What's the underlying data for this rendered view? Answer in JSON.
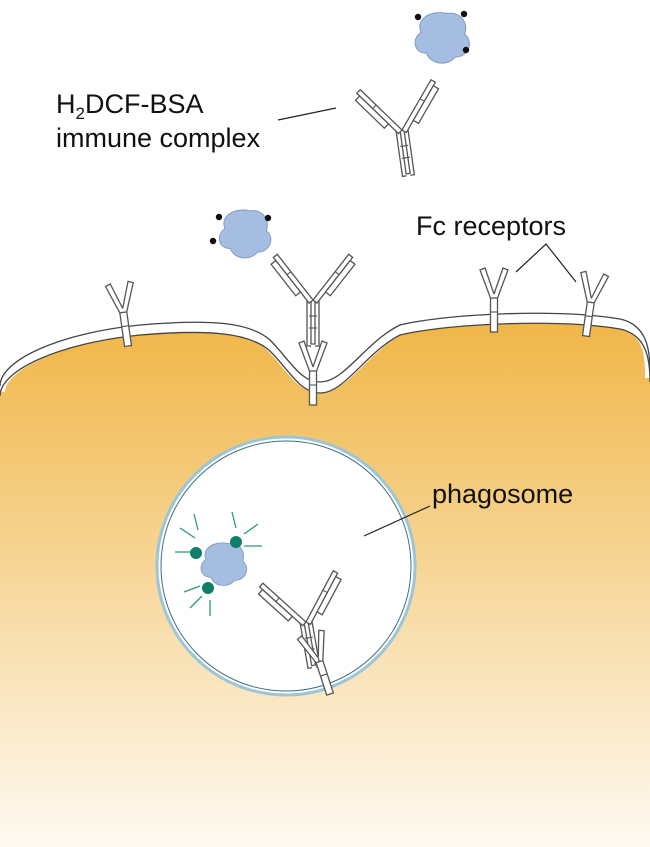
{
  "labels": {
    "complex_prefix": "H",
    "complex_subscript": "2",
    "complex_suffix": "DCF-BSA",
    "complex_line2": "immune complex",
    "fc_receptors": "Fc receptors",
    "phagosome": "phagosome"
  },
  "colors": {
    "cell_top": "#f0b647",
    "cell_bottom": "#fefaf2",
    "membrane_outline": "#444444",
    "phagosome_ring": "#9cc6d8",
    "protein": "#a4bde0",
    "antibody": "#555555",
    "dark_dot": "#111111",
    "fluorescent_dot": "#0f7f68",
    "fluorescent_ray": "#2a9a82"
  },
  "icons": [
    "antigen-protein-icon",
    "antibody-icon",
    "fc-receptor-icon",
    "fluorescence-icon"
  ]
}
